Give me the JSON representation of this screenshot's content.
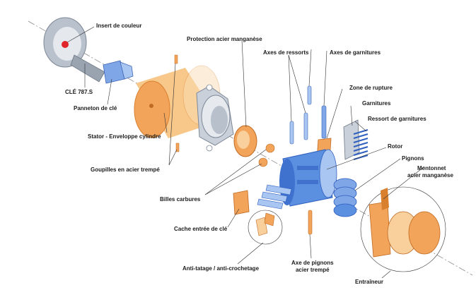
{
  "labels": {
    "insert_couleur": "Insert de couleur",
    "protection": "Protection acier manganèse",
    "axes_ressorts": "Axes de ressorts",
    "axes_garnitures": "Axes de garnitures",
    "zone_rupture": "Zone de rupture",
    "garnitures": "Garnitures",
    "ressort_garnitures": "Ressort de garnitures",
    "cle": "CLÉ 787.S",
    "panneton": "Panneton de clé",
    "stator": "Stator - Enveloppe cylindre",
    "rotor": "Rotor",
    "pignons": "Pignons",
    "mentonnet_1": "Mentonnet",
    "mentonnet_2": "acier manganèse",
    "goupilles": "Goupilles en acier trempé",
    "billes": "Billes carbures",
    "cache": "Cache entrée de clé",
    "anti_tatage": "Anti-tatage / anti-crochetage",
    "axe_pignons_1": "Axe de pignons",
    "axe_pignons_2": "acier trempé",
    "entraineur": "Entraîneur"
  },
  "colors": {
    "orange": "#f2a45a",
    "orange_light": "#f9cf9c",
    "orange_dark": "#d9802f",
    "blue": "#5b8fe0",
    "blue_light": "#a9c6f2",
    "blue_dark": "#2f5fbf",
    "grey": "#a4aebb",
    "grey_light": "#dfe4ea",
    "red_dot": "#e0262b",
    "leader": "#333333"
  }
}
